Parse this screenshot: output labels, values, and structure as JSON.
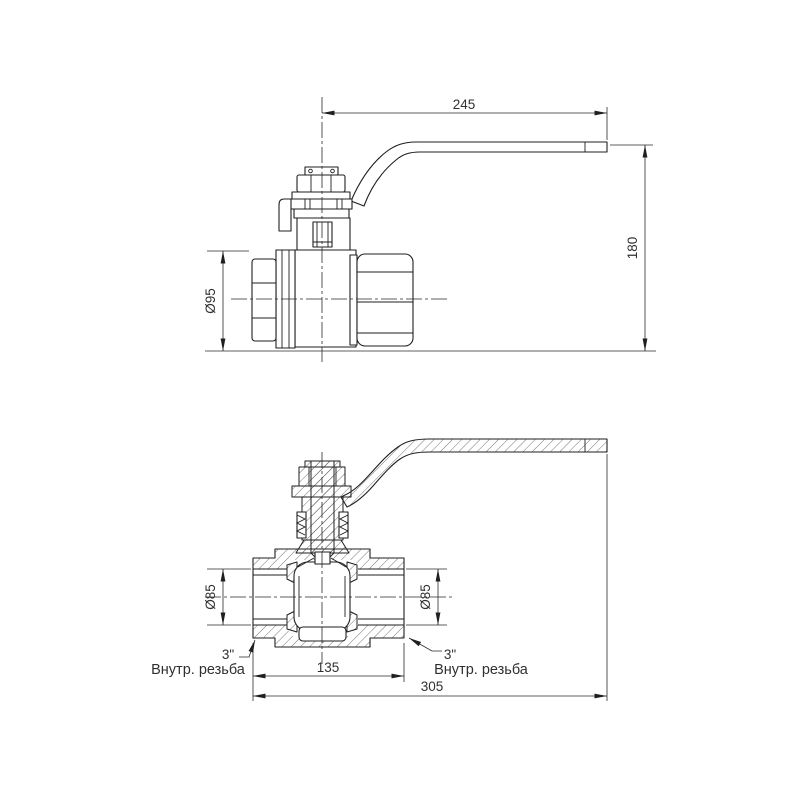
{
  "drawing": {
    "background": "#ffffff",
    "line_color": "#1f1f1f",
    "views": {
      "side": {
        "dim_handle_length": "245",
        "dim_height": "180",
        "dim_body_diameter": "Ø95"
      },
      "section": {
        "dim_port_diameter_left": "Ø85",
        "dim_port_diameter_right": "Ø85",
        "dim_port_to_port": "135",
        "dim_total_length": "305",
        "thread_size_left": "3\"",
        "thread_size_right": "3\"",
        "thread_label_left": "Внутр. резьба",
        "thread_label_right": "Внутр. резьба"
      }
    }
  }
}
